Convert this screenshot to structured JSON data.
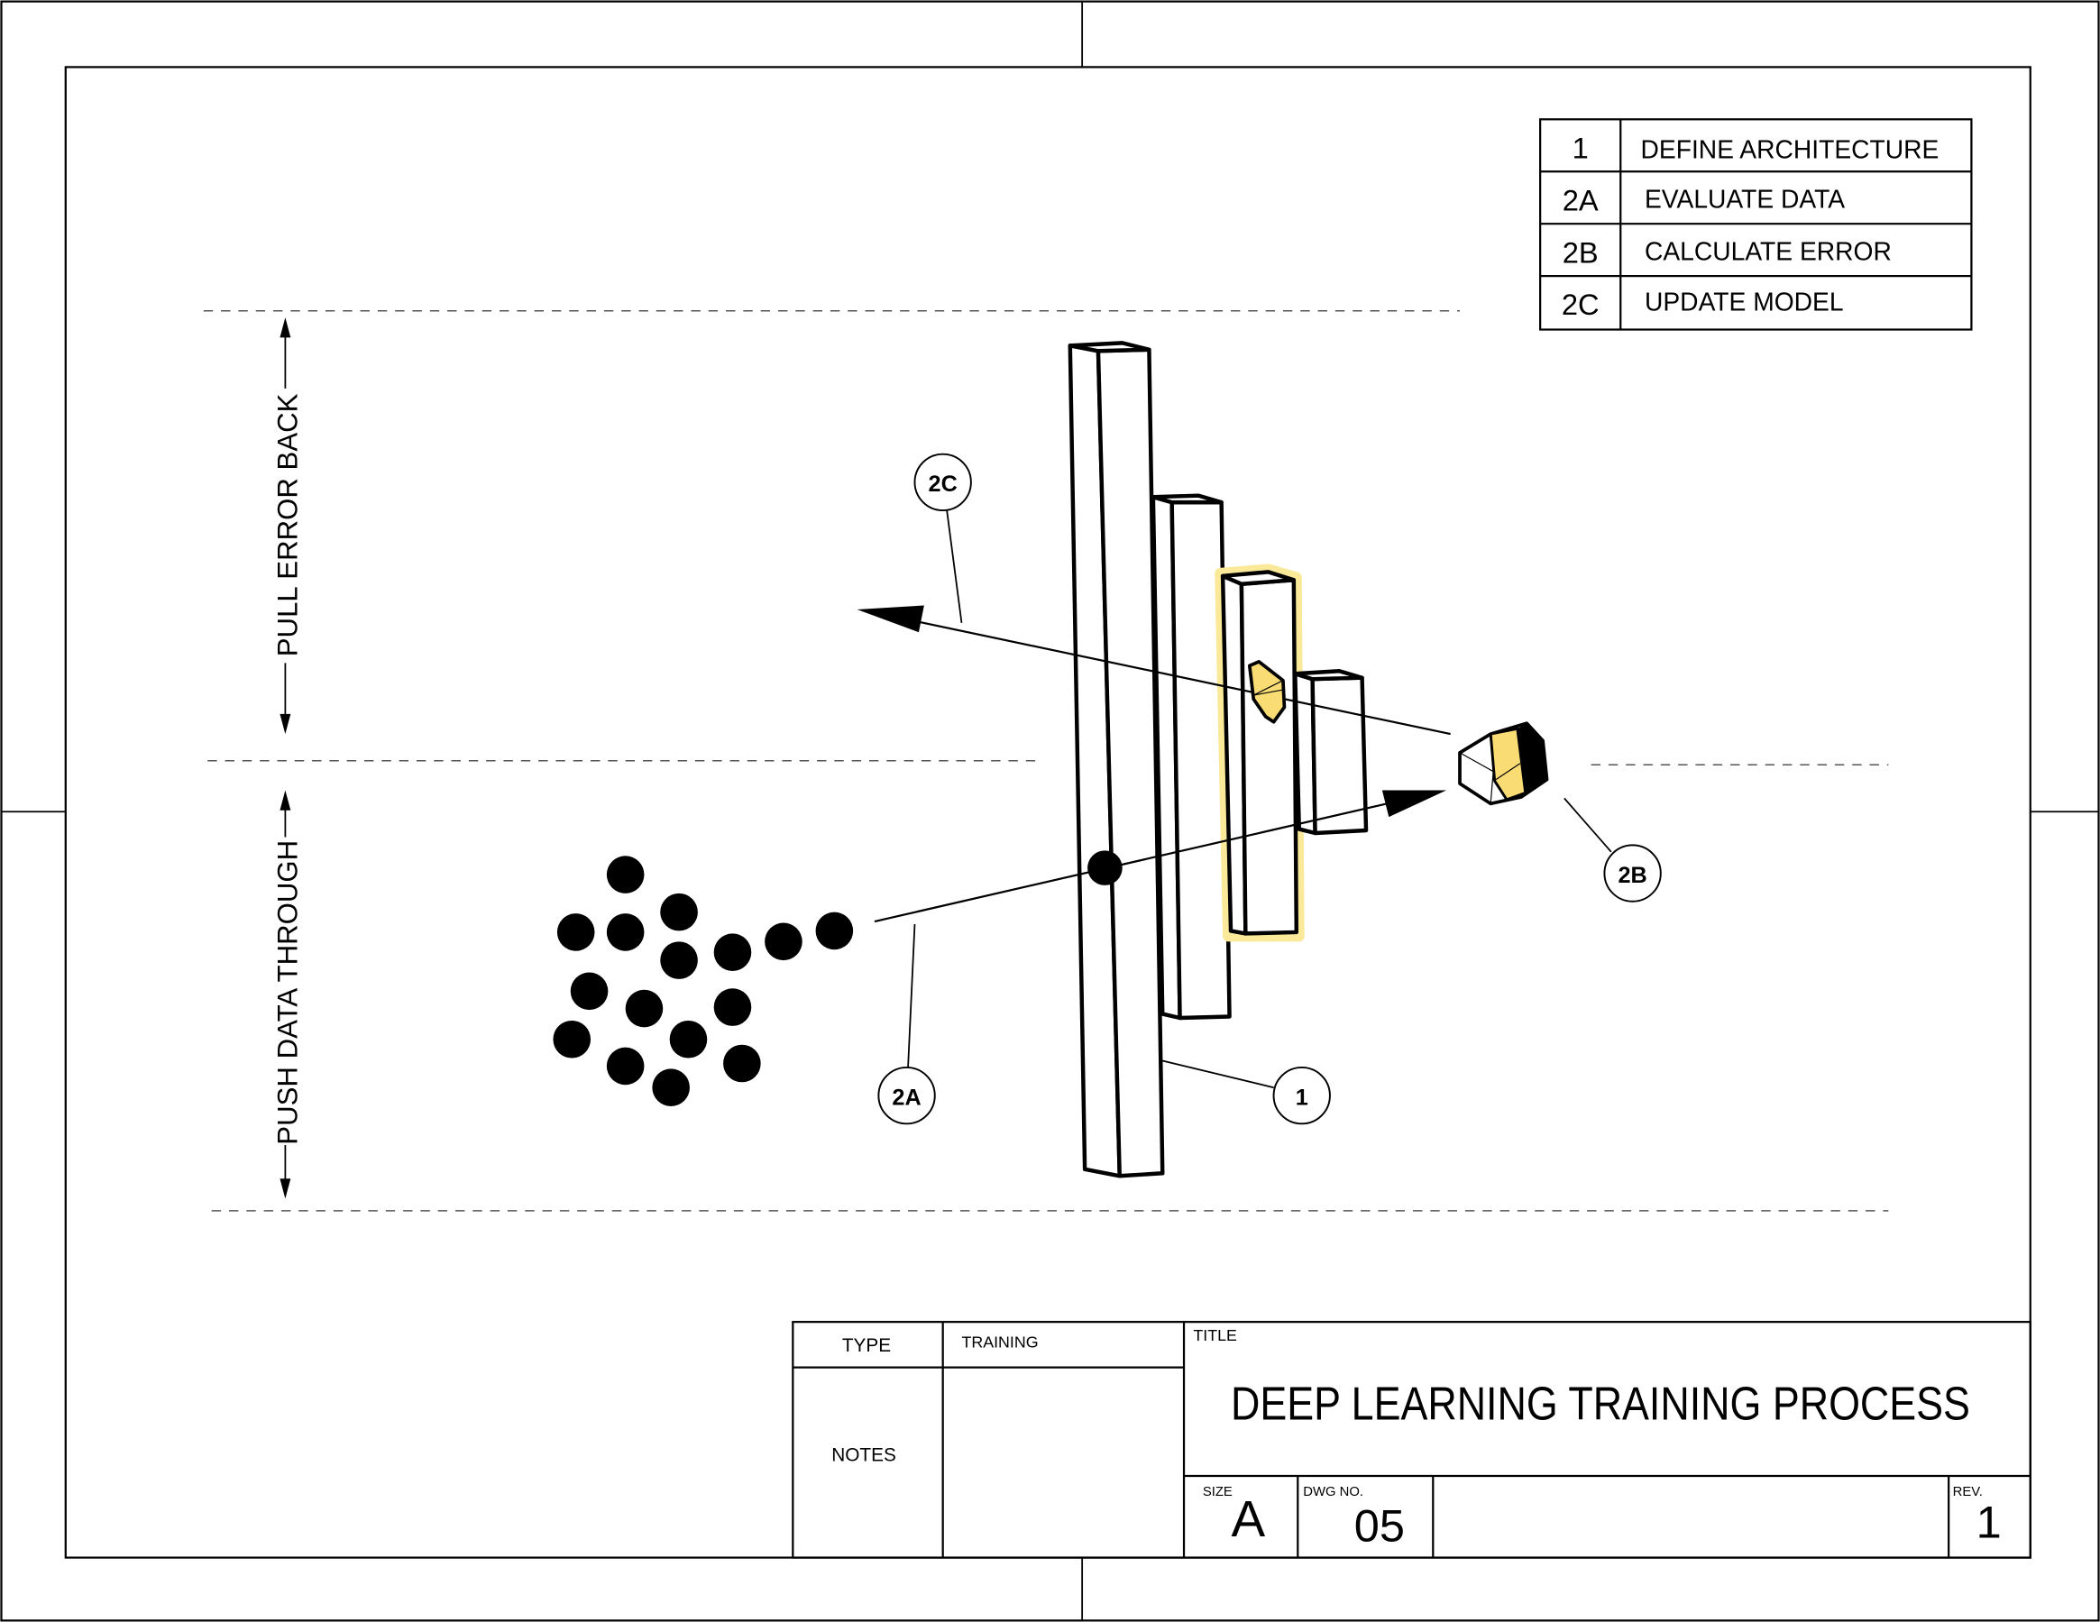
{
  "legend": [
    {
      "id": "1",
      "label": "DEFINE ARCHITECTURE"
    },
    {
      "id": "2A",
      "label": "EVALUATE DATA"
    },
    {
      "id": "2B",
      "label": "CALCULATE ERROR"
    },
    {
      "id": "2C",
      "label": "UPDATE MODEL"
    }
  ],
  "dimensions": {
    "top": "PULL ERROR BACK",
    "bottom": "PUSH DATA THROUGH"
  },
  "callouts": {
    "c1": "1",
    "c2a": "2A",
    "c2b": "2B",
    "c2c": "2C"
  },
  "title_block": {
    "type_label": "TYPE",
    "type_value": "TRAINING",
    "notes_label": "NOTES",
    "title_label": "TITLE",
    "title": "DEEP LEARNING TRAINING PROCESS",
    "size_label": "SIZE",
    "size": "A",
    "dwg_label": "DWG NO.",
    "dwg": "05",
    "rev_label": "REV.",
    "rev": "1"
  },
  "colors": {
    "highlight": "#f9dc74",
    "glow": "#fbe99a",
    "ink": "#000000"
  }
}
